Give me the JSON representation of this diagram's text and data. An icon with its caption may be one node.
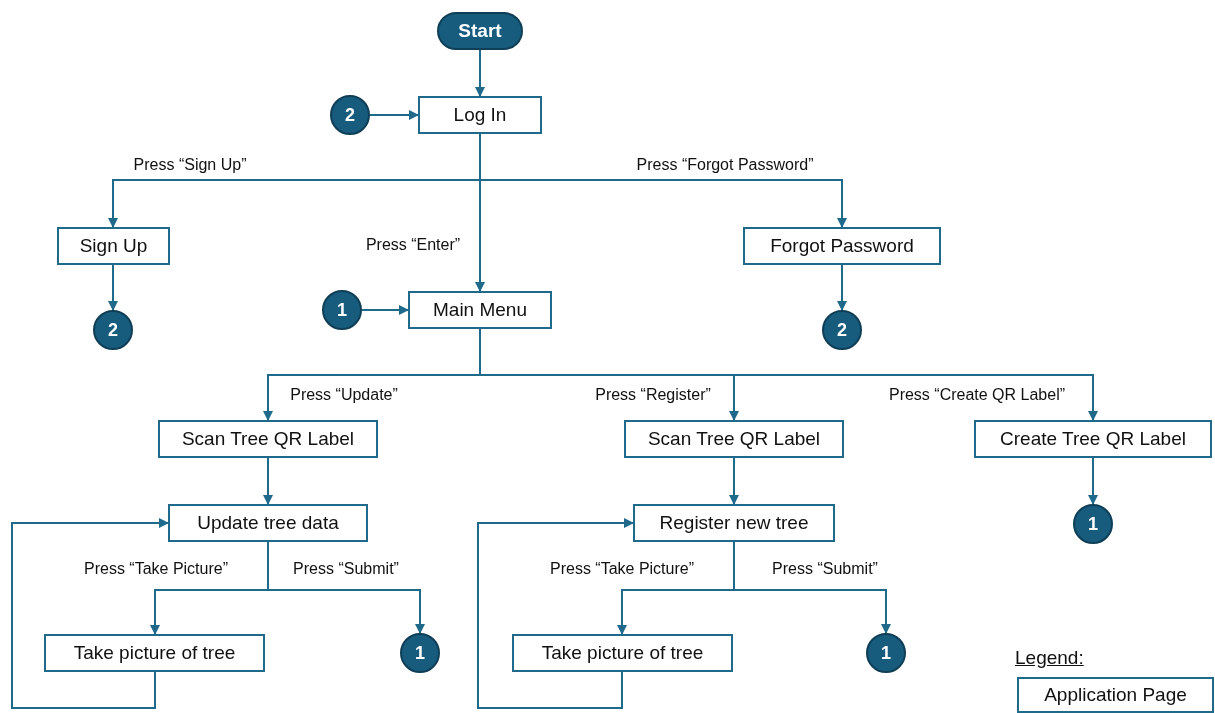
{
  "diagram": {
    "nodes": [
      {
        "text": [
          "Start"
        ]
      },
      {
        "text": [
          "2"
        ]
      },
      {
        "text": [
          "Log In"
        ]
      },
      {
        "text": [
          "Sign Up"
        ]
      },
      {
        "text": [
          "Forgot Password"
        ]
      },
      {
        "text": [
          "2"
        ]
      },
      {
        "text": [
          "1"
        ]
      },
      {
        "text": [
          "Main Menu"
        ]
      },
      {
        "text": [
          "2"
        ]
      },
      {
        "text": [
          "Scan Tree QR Label"
        ]
      },
      {
        "text": [
          "Scan Tree QR Label"
        ]
      },
      {
        "text": [
          "Create Tree QR Label"
        ]
      },
      {
        "text": [
          "Update tree data"
        ]
      },
      {
        "text": [
          "Register new tree"
        ]
      },
      {
        "text": [
          "1"
        ]
      },
      {
        "text": [
          "Take picture of tree"
        ]
      },
      {
        "text": [
          "1"
        ]
      },
      {
        "text": [
          "Take picture of tree"
        ]
      },
      {
        "text": [
          "1"
        ]
      }
    ],
    "edges": [
      {
        "from": 0,
        "to": 2,
        "arrow": "to"
      },
      {
        "from": 1,
        "to": 2,
        "arrow": "to"
      },
      {
        "from": 2,
        "to": 3,
        "arrow": "to",
        "label": "Press “Sign Up”"
      },
      {
        "from": 2,
        "to": 4,
        "arrow": "to",
        "label": "Press “Forgot Password”"
      },
      {
        "from": 2,
        "to": 7,
        "arrow": "to",
        "label": "Press “Enter”"
      },
      {
        "from": 3,
        "to": 5,
        "arrow": "to"
      },
      {
        "from": 6,
        "to": 7,
        "arrow": "to"
      },
      {
        "from": 4,
        "to": 8,
        "arrow": "to"
      },
      {
        "from": 7,
        "to": 9,
        "arrow": "to",
        "label": "Press “Update”"
      },
      {
        "from": 7,
        "to": 10,
        "arrow": "to",
        "label": "Press “Register”"
      },
      {
        "from": 7,
        "to": 11,
        "arrow": "to",
        "label": "Press “Create QR Label”"
      },
      {
        "from": 9,
        "to": 12,
        "arrow": "to"
      },
      {
        "from": 10,
        "to": 13,
        "arrow": "to"
      },
      {
        "from": 11,
        "to": 14,
        "arrow": "to"
      },
      {
        "from": 12,
        "to": 15,
        "arrow": "to",
        "label": "Press “Take Picture”"
      },
      {
        "from": 12,
        "to": 16,
        "arrow": "to",
        "label": "Press “Submit”"
      },
      {
        "from": 13,
        "to": 17,
        "arrow": "to",
        "label": "Press “Take Picture”"
      },
      {
        "from": 13,
        "to": 18,
        "arrow": "to",
        "label": "Press “Submit”"
      },
      {
        "from": 15,
        "to": 12,
        "arrow": "to"
      },
      {
        "from": 17,
        "to": 13,
        "arrow": "to"
      }
    ],
    "labels": [
      "Legend:"
    ],
    "legend": [
      {
        "text": "Application Page"
      }
    ]
  }
}
